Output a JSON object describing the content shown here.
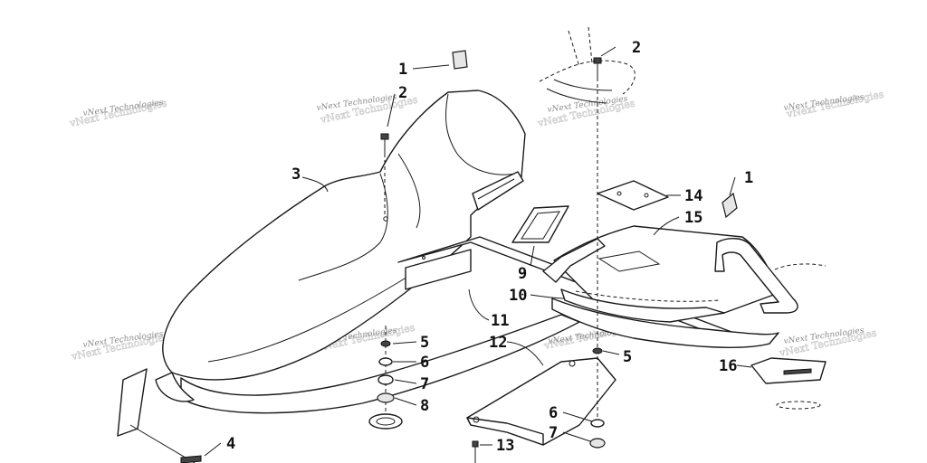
{
  "watermark": "vNext Technologies",
  "callouts": {
    "c1a": "1",
    "c1b": "1",
    "c2a": "2",
    "c2b": "2",
    "c3": "3",
    "c4": "4",
    "c5a": "5",
    "c5b": "5",
    "c6a": "6",
    "c6b": "6",
    "c7a": "7",
    "c7b": "7",
    "c8": "8",
    "c9": "9",
    "c10": "10",
    "c11": "11",
    "c12": "12",
    "c13": "13",
    "c14": "14",
    "c15": "15",
    "c16": "16"
  }
}
